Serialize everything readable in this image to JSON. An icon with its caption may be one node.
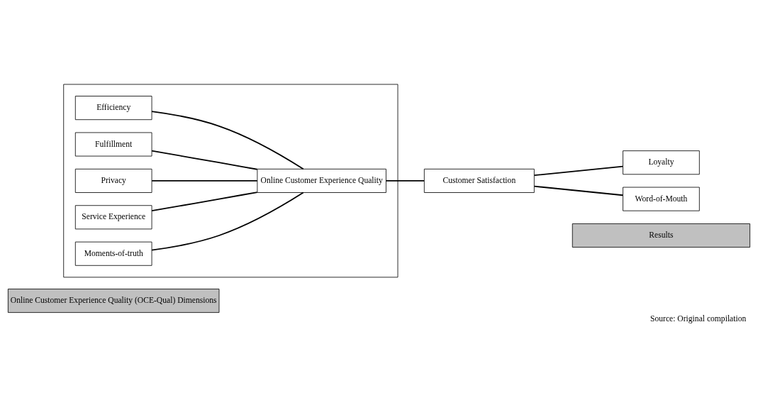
{
  "diagram": {
    "caption": "Source: Original compilation",
    "nodes": [
      {
        "text": [
          "Online Customer Experience Quality (OCE-Qual) Dimensions"
        ]
      },
      {
        "text": [
          "Results"
        ]
      },
      {
        "text": [],
        "shape": "box"
      },
      {
        "text": [
          "Efficiency"
        ],
        "in": 2
      },
      {
        "text": [
          "Fulfillment"
        ],
        "in": 2
      },
      {
        "text": [
          "Privacy"
        ],
        "in": 2
      },
      {
        "text": [
          "Service Experience"
        ],
        "in": 2
      },
      {
        "text": [
          "Moments-of-truth"
        ],
        "in": 2
      },
      {
        "text": [
          "Online Customer Experience Quality"
        ],
        "in": 2
      },
      {
        "text": [
          "Loyalty"
        ]
      },
      {
        "text": [
          "Customer Satisfaction"
        ]
      },
      {
        "text": [
          "Word-of-Mouth"
        ]
      }
    ],
    "edges": [
      {
        "from": 3,
        "to": 8,
        "arrow": "none"
      },
      {
        "from": 4,
        "to": 8,
        "arrow": "none"
      },
      {
        "from": 5,
        "to": 8,
        "arrow": "none"
      },
      {
        "from": 6,
        "to": 8,
        "arrow": "none"
      },
      {
        "from": 7,
        "to": 8,
        "arrow": "none"
      },
      {
        "from": 8,
        "to": 10,
        "arrow": "none"
      },
      {
        "from": 10,
        "to": 9,
        "arrow": "none"
      },
      {
        "from": 10,
        "to": 11,
        "arrow": "none"
      }
    ]
  }
}
